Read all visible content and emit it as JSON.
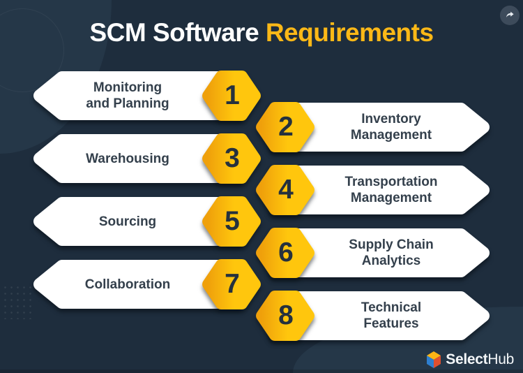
{
  "header": {
    "title_main": "SCM Software",
    "title_accent": "Requirements"
  },
  "share": {
    "icon": "share-arrow-icon"
  },
  "items": [
    {
      "number": "1",
      "label": "Monitoring\nand Planning",
      "side": "left"
    },
    {
      "number": "2",
      "label": "Inventory\nManagement",
      "side": "right"
    },
    {
      "number": "3",
      "label": "Warehousing",
      "side": "left"
    },
    {
      "number": "4",
      "label": "Transportation\nManagement",
      "side": "right"
    },
    {
      "number": "5",
      "label": "Sourcing",
      "side": "left"
    },
    {
      "number": "6",
      "label": "Supply Chain\nAnalytics",
      "side": "right"
    },
    {
      "number": "7",
      "label": "Collaboration",
      "side": "left"
    },
    {
      "number": "8",
      "label": "Technical\nFeatures",
      "side": "right"
    }
  ],
  "brand": {
    "name_bold": "Select",
    "name_light": "Hub",
    "cube_colors": {
      "top": "#fdb515",
      "left": "#2e7fd0",
      "right": "#e04f2e"
    }
  },
  "colors": {
    "background": "#1e2d3d",
    "background_blob": "#253748",
    "title_white": "#ffffff",
    "title_accent": "#fbb817",
    "banner_fill": "#ffffff",
    "hex_gradient_start": "#efa00b",
    "hex_gradient_end": "#ffc60d",
    "number_text": "#25313e",
    "label_text": "#34404c",
    "share_circle": "#3d4b5b"
  }
}
